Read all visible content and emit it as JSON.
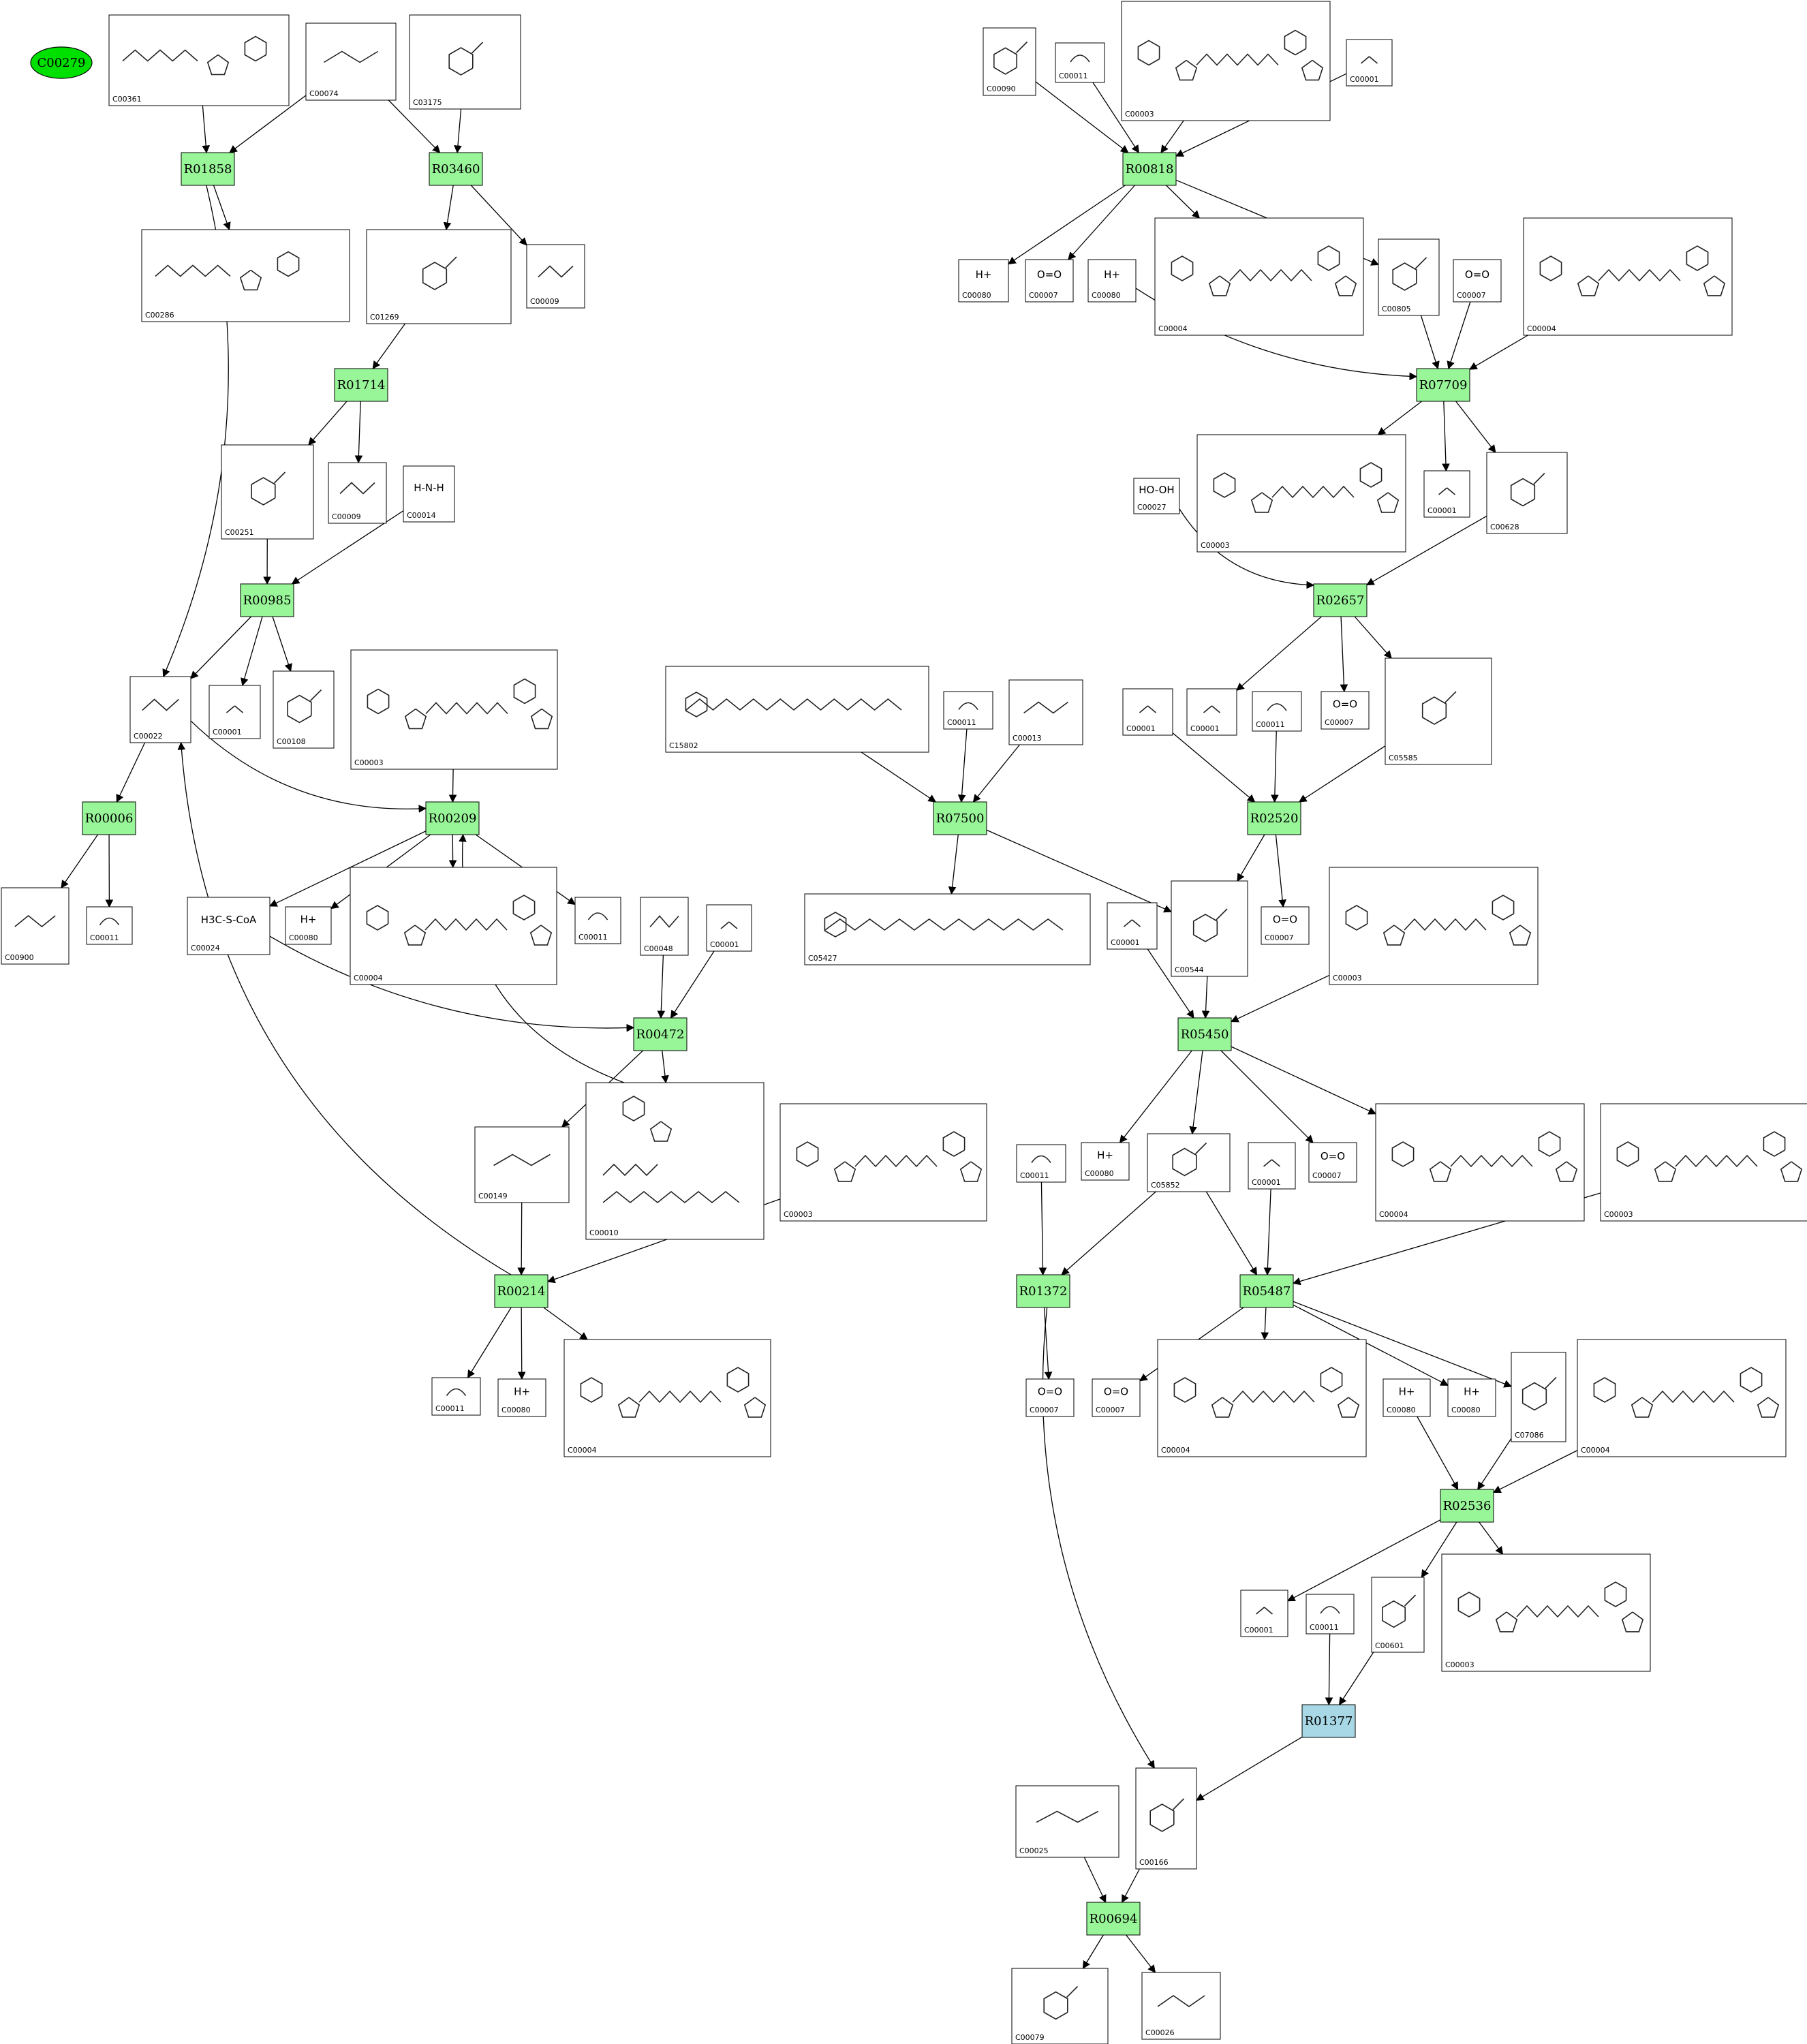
{
  "start": {
    "id": "C00279",
    "color": "#00e000"
  },
  "colors": {
    "reaction": "#98f598",
    "reaction_highlight": "#a8d8e6",
    "node_border": "#000000"
  },
  "reactions": [
    {
      "key": "R01858",
      "label": "R01858"
    },
    {
      "key": "R03460",
      "label": "R03460"
    },
    {
      "key": "R01714",
      "label": "R01714"
    },
    {
      "key": "R00985",
      "label": "R00985"
    },
    {
      "key": "R00006",
      "label": "R00006"
    },
    {
      "key": "R00209",
      "label": "R00209"
    },
    {
      "key": "R00472",
      "label": "R00472"
    },
    {
      "key": "R00214",
      "label": "R00214"
    },
    {
      "key": "R00818",
      "label": "R00818"
    },
    {
      "key": "R07709",
      "label": "R07709"
    },
    {
      "key": "R02657",
      "label": "R02657"
    },
    {
      "key": "R07500",
      "label": "R07500"
    },
    {
      "key": "R02520",
      "label": "R02520"
    },
    {
      "key": "R05450",
      "label": "R05450"
    },
    {
      "key": "R01372",
      "label": "R01372"
    },
    {
      "key": "R05487",
      "label": "R05487"
    },
    {
      "key": "R02536",
      "label": "R02536"
    },
    {
      "key": "R01377",
      "label": "R01377",
      "highlight": true
    },
    {
      "key": "R00694",
      "label": "R00694"
    }
  ],
  "compounds": [
    {
      "key": "c00361",
      "label": "C00361",
      "kind": "nuc"
    },
    {
      "key": "c00074",
      "label": "C00074",
      "kind": "small"
    },
    {
      "key": "c03175",
      "label": "C03175",
      "kind": "ring"
    },
    {
      "key": "c00286",
      "label": "C00286",
      "kind": "nuc"
    },
    {
      "key": "c01269",
      "label": "C01269",
      "kind": "ring"
    },
    {
      "key": "c00009a",
      "label": "C00009",
      "kind": "small"
    },
    {
      "key": "c00009b",
      "label": "C00009",
      "kind": "small"
    },
    {
      "key": "c00251",
      "label": "C00251",
      "kind": "ring"
    },
    {
      "key": "c00014",
      "label": "C00014",
      "kind": "text",
      "formula": "H-N-H"
    },
    {
      "key": "c00022",
      "label": "C00022",
      "kind": "small"
    },
    {
      "key": "c00001_a",
      "label": "C00001",
      "kind": "water"
    },
    {
      "key": "c00108",
      "label": "C00108",
      "kind": "ring"
    },
    {
      "key": "c00003_a",
      "label": "C00003",
      "kind": "nad"
    },
    {
      "key": "c00900",
      "label": "C00900",
      "kind": "small"
    },
    {
      "key": "c00011_a",
      "label": "C00011",
      "kind": "co2"
    },
    {
      "key": "c00024",
      "label": "C00024",
      "kind": "text",
      "formula": "H3C-S-CoA"
    },
    {
      "key": "c00080_a",
      "label": "C00080",
      "kind": "text",
      "formula": "H+"
    },
    {
      "key": "c00004_a",
      "label": "C00004",
      "kind": "nad"
    },
    {
      "key": "c00011_b",
      "label": "C00011",
      "kind": "co2"
    },
    {
      "key": "c00048",
      "label": "C00048",
      "kind": "small"
    },
    {
      "key": "c00001_b",
      "label": "C00001",
      "kind": "water"
    },
    {
      "key": "c00149",
      "label": "C00149",
      "kind": "small"
    },
    {
      "key": "c00010",
      "label": "C00010",
      "kind": "coa"
    },
    {
      "key": "c00011_c",
      "label": "C00011",
      "kind": "co2"
    },
    {
      "key": "c00080_b",
      "label": "C00080",
      "kind": "text",
      "formula": "H+"
    },
    {
      "key": "c00004_b",
      "label": "C00004",
      "kind": "nad"
    },
    {
      "key": "c00003_b",
      "label": "C00003",
      "kind": "nad"
    },
    {
      "key": "c00090",
      "label": "C00090",
      "kind": "ring"
    },
    {
      "key": "c00011_d",
      "label": "C00011",
      "kind": "co2"
    },
    {
      "key": "c00003_c",
      "label": "C00003",
      "kind": "nad"
    },
    {
      "key": "c00001_c",
      "label": "C00001",
      "kind": "water"
    },
    {
      "key": "c00080_c",
      "label": "C00080",
      "kind": "text",
      "formula": "H+"
    },
    {
      "key": "c00007_a",
      "label": "C00007",
      "kind": "text",
      "formula": "O=O"
    },
    {
      "key": "c00080_d",
      "label": "C00080",
      "kind": "text",
      "formula": "H+"
    },
    {
      "key": "c00004_c",
      "label": "C00004",
      "kind": "nad"
    },
    {
      "key": "c00805",
      "label": "C00805",
      "kind": "ring"
    },
    {
      "key": "c00007_b",
      "label": "C00007",
      "kind": "text",
      "formula": "O=O"
    },
    {
      "key": "c00004_d",
      "label": "C00004",
      "kind": "nad"
    },
    {
      "key": "c00003_d",
      "label": "C00003",
      "kind": "nad"
    },
    {
      "key": "c00027",
      "label": "C00027",
      "kind": "text",
      "formula": "HO-OH"
    },
    {
      "key": "c00001_d",
      "label": "C00001",
      "kind": "water"
    },
    {
      "key": "c00628",
      "label": "C00628",
      "kind": "ring"
    },
    {
      "key": "c15802",
      "label": "C15802",
      "kind": "chain"
    },
    {
      "key": "c00011_e",
      "label": "C00011",
      "kind": "co2"
    },
    {
      "key": "c00013",
      "label": "C00013",
      "kind": "small"
    },
    {
      "key": "c00001_e",
      "label": "C00001",
      "kind": "water"
    },
    {
      "key": "c00001_f",
      "label": "C00001",
      "kind": "water"
    },
    {
      "key": "c00011_f",
      "label": "C00011",
      "kind": "co2"
    },
    {
      "key": "c00007_c",
      "label": "C00007",
      "kind": "text",
      "formula": "O=O"
    },
    {
      "key": "c05585",
      "label": "C05585",
      "kind": "ring"
    },
    {
      "key": "c05427",
      "label": "C05427",
      "kind": "chain"
    },
    {
      "key": "c00544",
      "label": "C00544",
      "kind": "ring"
    },
    {
      "key": "c00007_d",
      "label": "C00007",
      "kind": "text",
      "formula": "O=O"
    },
    {
      "key": "c00001_g",
      "label": "C00001",
      "kind": "water"
    },
    {
      "key": "c00003_e",
      "label": "C00003",
      "kind": "nad"
    },
    {
      "key": "c00011_g",
      "label": "C00011",
      "kind": "co2"
    },
    {
      "key": "c00080_e",
      "label": "C00080",
      "kind": "text",
      "formula": "H+"
    },
    {
      "key": "c05852",
      "label": "C05852",
      "kind": "ring"
    },
    {
      "key": "c00001_h",
      "label": "C00001",
      "kind": "water"
    },
    {
      "key": "c00007_e",
      "label": "C00007",
      "kind": "text",
      "formula": "O=O"
    },
    {
      "key": "c00004_e",
      "label": "C00004",
      "kind": "nad"
    },
    {
      "key": "c00003_f",
      "label": "C00003",
      "kind": "nad"
    },
    {
      "key": "c00007_f",
      "label": "C00007",
      "kind": "text",
      "formula": "O=O"
    },
    {
      "key": "c00007_g",
      "label": "C00007",
      "kind": "text",
      "formula": "O=O"
    },
    {
      "key": "c00004_f",
      "label": "C00004",
      "kind": "nad"
    },
    {
      "key": "c00080_f",
      "label": "C00080",
      "kind": "text",
      "formula": "H+"
    },
    {
      "key": "c07086",
      "label": "C07086",
      "kind": "ring"
    },
    {
      "key": "c00080_g",
      "label": "C00080",
      "kind": "text",
      "formula": "H+"
    },
    {
      "key": "c00004_g",
      "label": "C00004",
      "kind": "nad"
    },
    {
      "key": "c00001_i",
      "label": "C00001",
      "kind": "water"
    },
    {
      "key": "c00011_h",
      "label": "C00011",
      "kind": "co2"
    },
    {
      "key": "c00601",
      "label": "C00601",
      "kind": "ring"
    },
    {
      "key": "c00003_g",
      "label": "C00003",
      "kind": "nad"
    },
    {
      "key": "c00025",
      "label": "C00025",
      "kind": "small"
    },
    {
      "key": "c00166",
      "label": "C00166",
      "kind": "ring"
    },
    {
      "key": "c00079",
      "label": "C00079",
      "kind": "ring"
    },
    {
      "key": "c00026",
      "label": "C00026",
      "kind": "small"
    }
  ]
}
